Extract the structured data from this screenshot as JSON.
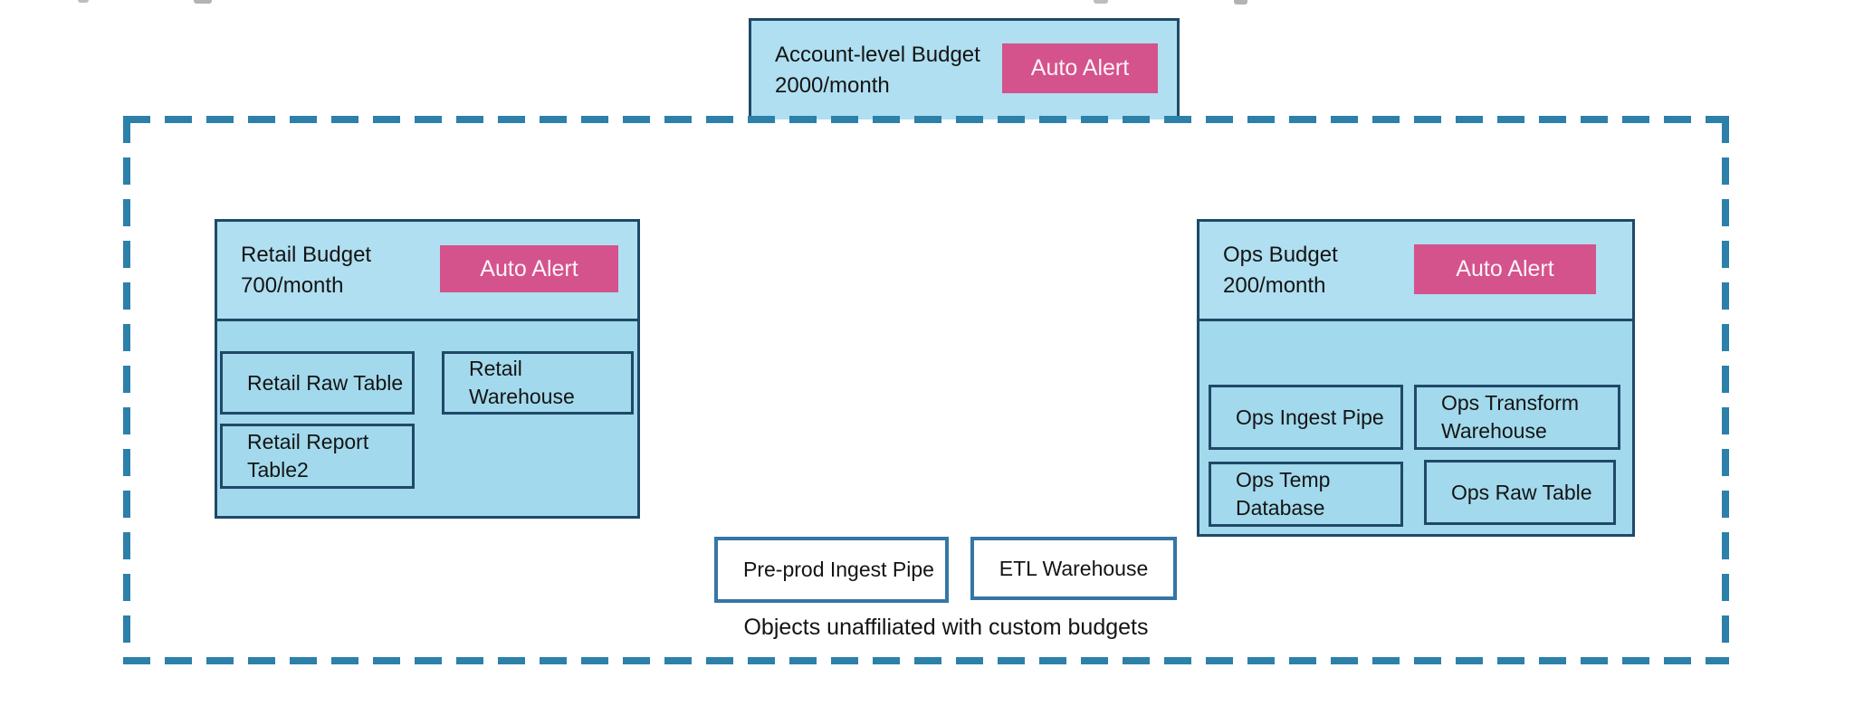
{
  "colors": {
    "fill_header": "#AFDFF0",
    "fill_body": "#A2D9EC",
    "border_navy": "#1F4968",
    "border_steel": "#3576A6",
    "dash_teal": "#2C80A9",
    "alert_pink": "#D4538C",
    "text": "#141414"
  },
  "account_budget": {
    "title": "Account-level Budget",
    "amount": "2000/month",
    "alert_label": "Auto Alert"
  },
  "retail_budget": {
    "title": "Retail Budget",
    "amount": "700/month",
    "alert_label": "Auto Alert",
    "objects": [
      "Retail Raw Table",
      "Retail Warehouse",
      "Retail Report Table2"
    ]
  },
  "ops_budget": {
    "title": "Ops Budget",
    "amount": "200/month",
    "alert_label": "Auto Alert",
    "objects": [
      "Ops Ingest Pipe",
      "Ops Transform Warehouse",
      "Ops Temp Database",
      "Ops Raw Table"
    ]
  },
  "unaffiliated": {
    "objects": [
      "Pre-prod Ingest Pipe",
      "ETL Warehouse"
    ],
    "caption": "Objects unaffiliated with custom budgets"
  }
}
